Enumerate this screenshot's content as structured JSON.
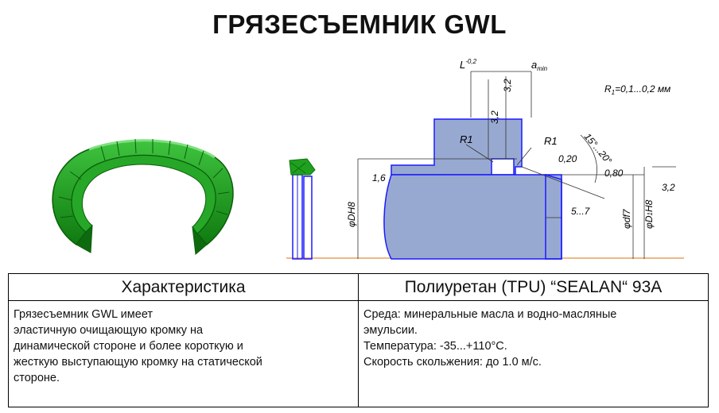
{
  "title": "ГРЯЗЕСЪЕМНИК GWL",
  "drawing": {
    "dim_L": "L",
    "dim_L_tol": "-0,2",
    "dim_a": "a",
    "dim_a_sub": "min",
    "roughness_a": "3,2",
    "roughness_b": "3,2",
    "radius_note": "R",
    "radius_note_sub": "1",
    "radius_note_val": "=0,1...0,2 мм",
    "r1_left": "R1",
    "r1_right": "R1",
    "angle": "15°...20°",
    "chamfer_a": "0,20",
    "chamfer_b": "0,80",
    "roughness_c": "1,6",
    "roughness_d": "3,2",
    "dim_dh8": "φDH8",
    "dim_df7": "φdf7",
    "dim_d1h8": "φD",
    "dim_d1h8_sub": "1",
    "dim_d1h8_tail": "H8",
    "dim_57": "5...7"
  },
  "table": {
    "headers": [
      "Характеристика",
      "Полиуретан (TPU) “SEALAN“ 93A"
    ],
    "left_lines": [
      "Грязесъемник GWL имеет",
      "эластичную очищающую кромку на",
      "динамической стороне и более короткую и",
      "жесткую выступающую кромку на статической",
      "стороне."
    ],
    "right_lines": [
      "Среда: минеральные масла и водно-масляные",
      "эмульсии.",
      "Температура: -35...+110°C.",
      "Скорость скольжения: до 1.0 м/с."
    ]
  },
  "colors": {
    "seal_green": "#1fa11f",
    "seal_dark": "#0d6e0d",
    "part_fill": "#98a9d1",
    "part_edge": "#1a1aff",
    "axis": "#e8a060"
  }
}
